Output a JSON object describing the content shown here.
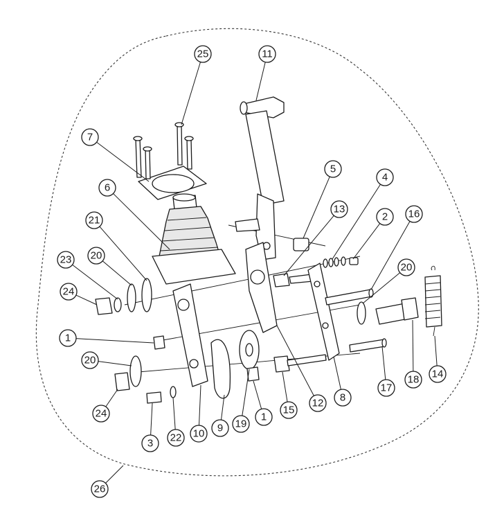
{
  "diagram": {
    "callouts": [
      {
        "id": "c25",
        "label": "25"
      },
      {
        "id": "c11",
        "label": "11"
      },
      {
        "id": "c7",
        "label": "7"
      },
      {
        "id": "c5",
        "label": "5"
      },
      {
        "id": "c4",
        "label": "4"
      },
      {
        "id": "c6",
        "label": "6"
      },
      {
        "id": "c13",
        "label": "13"
      },
      {
        "id": "c2",
        "label": "2"
      },
      {
        "id": "c16",
        "label": "16"
      },
      {
        "id": "c21",
        "label": "21"
      },
      {
        "id": "c23",
        "label": "23"
      },
      {
        "id": "c20a",
        "label": "20"
      },
      {
        "id": "c20b",
        "label": "20"
      },
      {
        "id": "c24a",
        "label": "24"
      },
      {
        "id": "c1a",
        "label": "1"
      },
      {
        "id": "c20c",
        "label": "20"
      },
      {
        "id": "c24b",
        "label": "24"
      },
      {
        "id": "c3",
        "label": "3"
      },
      {
        "id": "c22",
        "label": "22"
      },
      {
        "id": "c10",
        "label": "10"
      },
      {
        "id": "c9",
        "label": "9"
      },
      {
        "id": "c19",
        "label": "19"
      },
      {
        "id": "c1b",
        "label": "1"
      },
      {
        "id": "c15",
        "label": "15"
      },
      {
        "id": "c12",
        "label": "12"
      },
      {
        "id": "c8",
        "label": "8"
      },
      {
        "id": "c17",
        "label": "17"
      },
      {
        "id": "c18",
        "label": "18"
      },
      {
        "id": "c14",
        "label": "14"
      },
      {
        "id": "c26",
        "label": "26"
      }
    ]
  }
}
